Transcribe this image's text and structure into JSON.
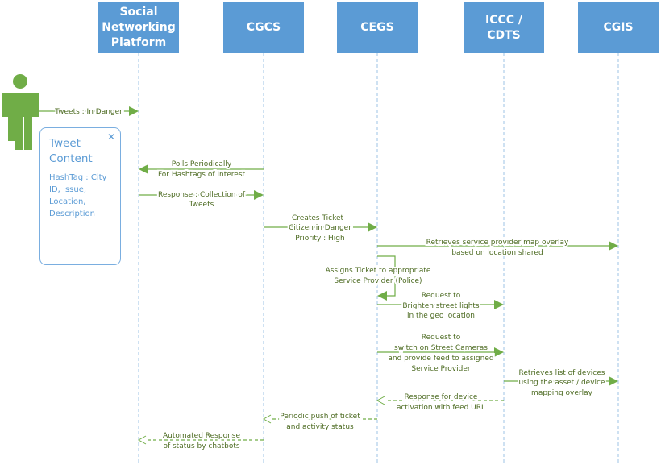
{
  "participants": [
    {
      "label": "Social\nNetworking\nPlatform"
    },
    {
      "label": "CGCS"
    },
    {
      "label": "CEGS"
    },
    {
      "label": "ICCC /\nCDTS"
    },
    {
      "label": "CGIS"
    }
  ],
  "actor": {
    "icon": "person-icon",
    "color": "#70ad47"
  },
  "note": {
    "title": "Tweet\nContent",
    "body": "HashTag : City ID, Issue, Location, Description",
    "close_icon": "close-icon"
  },
  "colors": {
    "header": "#5b9bd5",
    "arrow": "#70ad47",
    "lifeline": "#9dc3e6"
  },
  "messages": [
    {
      "lines": [
        "Tweets : In Danger"
      ],
      "style": "solid"
    },
    {
      "lines": [
        "Polls Periodically",
        "For Hashtags of Interest"
      ],
      "style": "solid"
    },
    {
      "lines": [
        "Response : Collection of",
        "Tweets"
      ],
      "style": "solid"
    },
    {
      "lines": [
        "Creates Ticket :",
        "Citizen in Danger",
        "Priority : High"
      ],
      "style": "solid"
    },
    {
      "lines": [
        "Retrieves service provider map overlay",
        "based on location shared"
      ],
      "style": "solid"
    },
    {
      "lines": [
        "Assigns Ticket to appropriate",
        "Service Provider (Police)"
      ],
      "style": "self"
    },
    {
      "lines": [
        "Request to",
        "Brighten street lights",
        "in the geo location"
      ],
      "style": "solid"
    },
    {
      "lines": [
        "Request to",
        "switch on Street Cameras",
        "and provide feed to assigned",
        "Service Provider"
      ],
      "style": "solid"
    },
    {
      "lines": [
        "Retrieves list of devices",
        "using the asset / device",
        "mapping overlay"
      ],
      "style": "solid"
    },
    {
      "lines": [
        "Response for device",
        "activation with feed URL"
      ],
      "style": "dashed"
    },
    {
      "lines": [
        "Periodic push of ticket",
        "and activity status"
      ],
      "style": "dashed"
    },
    {
      "lines": [
        "Automated Response",
        "of status by chatbots"
      ],
      "style": "dashed"
    }
  ]
}
